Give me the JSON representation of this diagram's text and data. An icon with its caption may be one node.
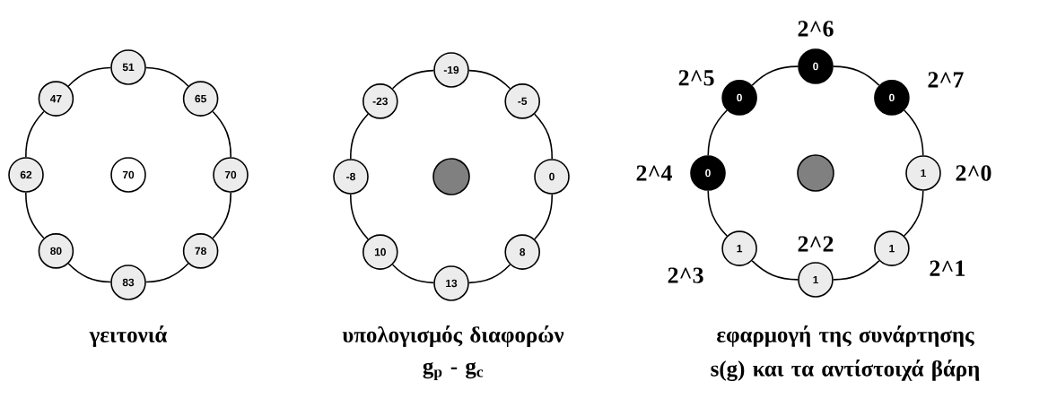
{
  "diagram": {
    "nodes": [
      {
        "text": [
          "51"
        ]
      },
      {
        "text": [
          "47"
        ]
      },
      {
        "text": [
          "65"
        ]
      },
      {
        "text": [
          "62"
        ]
      },
      {
        "text": [
          "70"
        ]
      },
      {
        "text": [
          "70"
        ]
      },
      {
        "text": [
          "80"
        ]
      },
      {
        "text": [
          "78"
        ]
      },
      {
        "text": [
          "83"
        ]
      },
      {
        "text": [
          "-19"
        ]
      },
      {
        "text": [
          "-23"
        ]
      },
      {
        "text": [
          "-5"
        ]
      },
      {
        "text": [
          "-8"
        ]
      },
      {
        "text": [],
        "shape": "circle"
      },
      {
        "text": [
          "0"
        ]
      },
      {
        "text": [
          "10"
        ]
      },
      {
        "text": [
          "8"
        ]
      },
      {
        "text": [
          "13"
        ]
      },
      {
        "text": [
          "0"
        ],
        "beside": [
          "2^6"
        ]
      },
      {
        "text": [
          "0"
        ],
        "beside": [
          "2^5"
        ]
      },
      {
        "text": [
          "0"
        ],
        "beside": [
          "2^7"
        ]
      },
      {
        "text": [
          "0"
        ],
        "beside": [
          "2^4"
        ]
      },
      {
        "text": [],
        "shape": "circle"
      },
      {
        "text": [
          "1"
        ],
        "beside": [
          "2^0"
        ]
      },
      {
        "text": [
          "1"
        ],
        "beside": [
          "2^3"
        ]
      },
      {
        "text": [
          "1"
        ],
        "beside": [
          "2^1"
        ]
      },
      {
        "text": [
          "1"
        ],
        "beside": [
          "2^2"
        ]
      }
    ],
    "edges": [
      {
        "from": 0,
        "to": 2,
        "arrow": "none"
      },
      {
        "from": 2,
        "to": 5,
        "arrow": "none"
      },
      {
        "from": 5,
        "to": 7,
        "arrow": "none"
      },
      {
        "from": 7,
        "to": 8,
        "arrow": "none"
      },
      {
        "from": 8,
        "to": 6,
        "arrow": "none"
      },
      {
        "from": 6,
        "to": 3,
        "arrow": "none"
      },
      {
        "from": 3,
        "to": 1,
        "arrow": "none"
      },
      {
        "from": 1,
        "to": 0,
        "arrow": "none"
      },
      {
        "from": 9,
        "to": 11,
        "arrow": "none"
      },
      {
        "from": 11,
        "to": 14,
        "arrow": "none"
      },
      {
        "from": 14,
        "to": 16,
        "arrow": "none"
      },
      {
        "from": 16,
        "to": 17,
        "arrow": "none"
      },
      {
        "from": 17,
        "to": 15,
        "arrow": "none"
      },
      {
        "from": 15,
        "to": 12,
        "arrow": "none"
      },
      {
        "from": 12,
        "to": 10,
        "arrow": "none"
      },
      {
        "from": 10,
        "to": 9,
        "arrow": "none"
      },
      {
        "from": 18,
        "to": 20,
        "arrow": "none"
      },
      {
        "from": 20,
        "to": 23,
        "arrow": "none"
      },
      {
        "from": 23,
        "to": 25,
        "arrow": "none"
      },
      {
        "from": 25,
        "to": 26,
        "arrow": "none"
      },
      {
        "from": 26,
        "to": 24,
        "arrow": "none"
      },
      {
        "from": 24,
        "to": 21,
        "arrow": "none"
      },
      {
        "from": 21,
        "to": 19,
        "arrow": "none"
      },
      {
        "from": 19,
        "to": 18,
        "arrow": "none"
      }
    ],
    "labels": [
      "γειτονιά",
      "υπολογισμός διαφορών",
      "g$_{p}$ - g$_{c}$",
      "εφαρμογή της συνάρτησης s(g) και τα αντίστοιχά βάρη"
    ]
  }
}
